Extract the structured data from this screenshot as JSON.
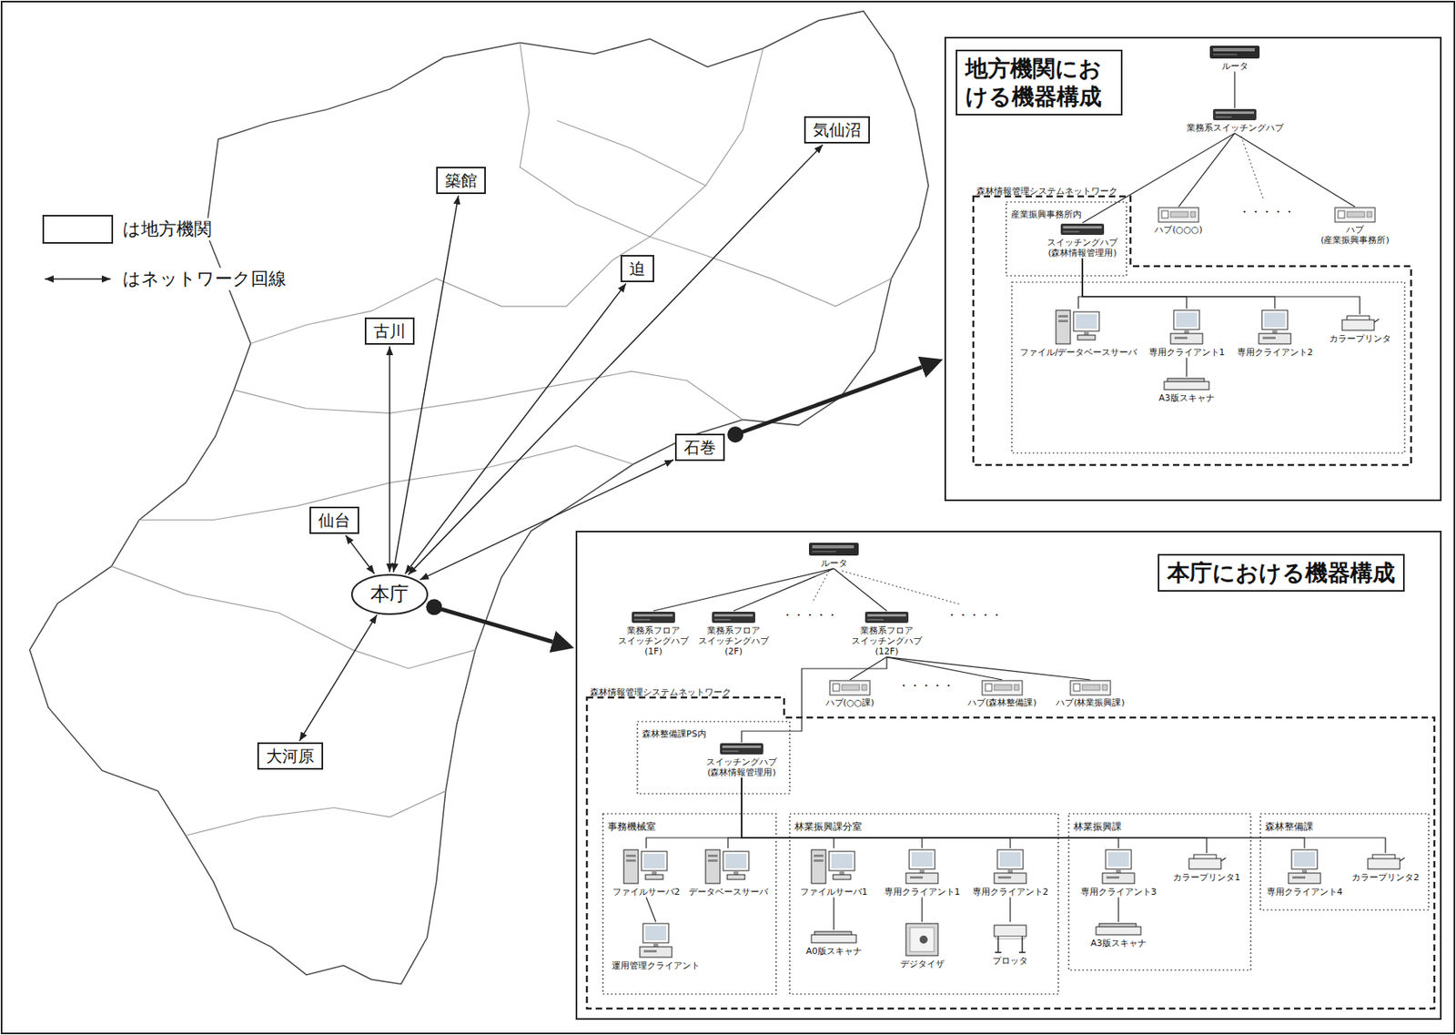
{
  "diagram": {
    "nodes": [
      {
        "text": [
          "気仙沼"
        ]
      },
      {
        "text": [
          "築館"
        ]
      },
      {
        "text": [
          "迫"
        ]
      },
      {
        "text": [
          "古川"
        ]
      },
      {
        "text": [
          "石巻"
        ]
      },
      {
        "text": [
          "仙台"
        ]
      },
      {
        "text": [
          "本庁"
        ]
      },
      {
        "text": [
          "大河原"
        ]
      },
      {
        "text": [
          "地方機関における機器構成"
        ]
      },
      {
        "text": [
          "ルータ"
        ],
        "in": 8
      },
      {
        "text": [
          "業務系スイッチングハブ"
        ],
        "in": 8
      },
      {
        "text": [
          "森林情報管理システムネットワーク"
        ],
        "in": 8
      },
      {
        "text": [
          "産業振興事務所内"
        ],
        "in": 11
      },
      {
        "text": [
          "スイッチングハブ (森林情報管理用)"
        ],
        "in": 12
      },
      {
        "text": [
          "ハブ(○○○)"
        ],
        "in": 8
      },
      {
        "text": [
          "ハブ (産業振興事務所)"
        ],
        "in": 8
      },
      {
        "text": [
          "ファイル/データベースサーバ"
        ],
        "in": 11
      },
      {
        "text": [
          "専用クライアント1"
        ],
        "in": 11
      },
      {
        "text": [
          "専用クライアント2"
        ],
        "in": 11
      },
      {
        "text": [
          "カラープリンタ"
        ],
        "in": 11
      },
      {
        "text": [
          "A3版スキャナ"
        ],
        "in": 11
      },
      {
        "text": [
          "本庁における機器構成"
        ]
      },
      {
        "text": [
          "ルータ"
        ],
        "in": 21
      },
      {
        "text": [
          "業務系フロア スイッチングハブ (1F)"
        ],
        "in": 21
      },
      {
        "text": [
          "業務系フロア スイッチングハブ (2F)"
        ],
        "in": 21
      },
      {
        "text": [
          "業務系フロア スイッチングハブ (12F)"
        ],
        "in": 21
      },
      {
        "text": [
          "森林情報管理システムネットワーク"
        ],
        "in": 21
      },
      {
        "text": [
          "森林整備課PS内"
        ],
        "in": 26
      },
      {
        "text": [
          "スイッチングハブ (森林情報管理用)"
        ],
        "in": 27
      },
      {
        "text": [
          "ハブ(○○課)"
        ],
        "in": 21
      },
      {
        "text": [
          "ハブ(森林整備課)"
        ],
        "in": 21
      },
      {
        "text": [
          "ハブ(林業振興課)"
        ],
        "in": 21
      },
      {
        "text": [
          "事務機械室"
        ],
        "in": 26
      },
      {
        "text": [
          "ファイルサーバ2"
        ],
        "in": 32
      },
      {
        "text": [
          "データベースサーバ"
        ],
        "in": 32
      },
      {
        "text": [
          "運用管理クライアント"
        ],
        "in": 32
      },
      {
        "text": [
          "林業振興課分室"
        ],
        "in": 26
      },
      {
        "text": [
          "ファイルサーバ1"
        ],
        "in": 36
      },
      {
        "text": [
          "専用クライアント1"
        ],
        "in": 36
      },
      {
        "text": [
          "専用クライアント2"
        ],
        "in": 36
      },
      {
        "text": [
          "A0版スキャナ"
        ],
        "in": 36
      },
      {
        "text": [
          "デジタイザ"
        ],
        "in": 36
      },
      {
        "text": [
          "プロッタ"
        ],
        "in": 36
      },
      {
        "text": [
          "林業振興課"
        ],
        "in": 26
      },
      {
        "text": [
          "専用クライアント3"
        ],
        "in": 43
      },
      {
        "text": [
          "カラープリンタ1"
        ],
        "in": 43
      },
      {
        "text": [
          "A3版スキャナ"
        ],
        "in": 43
      },
      {
        "text": [
          "森林整備課"
        ],
        "in": 26
      },
      {
        "text": [
          "専用クライアント4"
        ],
        "in": 47
      },
      {
        "text": [
          "カラープリンタ2"
        ],
        "in": 47
      }
    ],
    "edges": [
      {
        "from": 6,
        "to": 0,
        "arrow": "both"
      },
      {
        "from": 6,
        "to": 1,
        "arrow": "both"
      },
      {
        "from": 6,
        "to": 2,
        "arrow": "both"
      },
      {
        "from": 6,
        "to": 3,
        "arrow": "both"
      },
      {
        "from": 6,
        "to": 4,
        "arrow": "both"
      },
      {
        "from": 6,
        "to": 5,
        "arrow": "both"
      },
      {
        "from": 6,
        "to": 7,
        "arrow": "both"
      },
      {
        "from": 4,
        "to": 8,
        "arrow": "to"
      },
      {
        "from": 6,
        "to": 21,
        "arrow": "to"
      },
      {
        "from": 9,
        "to": 10,
        "arrow": "none"
      },
      {
        "from": 10,
        "to": 13,
        "arrow": "none"
      },
      {
        "from": 10,
        "to": 14,
        "arrow": "none"
      },
      {
        "from": 10,
        "to": 15,
        "arrow": "none"
      },
      {
        "from": 13,
        "to": 16,
        "arrow": "none"
      },
      {
        "from": 13,
        "to": 17,
        "arrow": "none"
      },
      {
        "from": 13,
        "to": 18,
        "arrow": "none"
      },
      {
        "from": 13,
        "to": 19,
        "arrow": "none"
      },
      {
        "from": 17,
        "to": 20,
        "arrow": "none"
      },
      {
        "from": 22,
        "to": 23,
        "arrow": "none"
      },
      {
        "from": 22,
        "to": 24,
        "arrow": "none"
      },
      {
        "from": 22,
        "to": 25,
        "arrow": "none"
      },
      {
        "from": 25,
        "to": 28,
        "arrow": "none"
      },
      {
        "from": 25,
        "to": 29,
        "arrow": "none"
      },
      {
        "from": 25,
        "to": 30,
        "arrow": "none"
      },
      {
        "from": 25,
        "to": 31,
        "arrow": "none"
      },
      {
        "from": 28,
        "to": 33,
        "arrow": "none"
      },
      {
        "from": 28,
        "to": 34,
        "arrow": "none"
      },
      {
        "from": 28,
        "to": 37,
        "arrow": "none"
      },
      {
        "from": 28,
        "to": 38,
        "arrow": "none"
      },
      {
        "from": 28,
        "to": 39,
        "arrow": "none"
      },
      {
        "from": 28,
        "to": 44,
        "arrow": "none"
      },
      {
        "from": 28,
        "to": 45,
        "arrow": "none"
      },
      {
        "from": 28,
        "to": 48,
        "arrow": "none"
      },
      {
        "from": 28,
        "to": 49,
        "arrow": "none"
      },
      {
        "from": 33,
        "to": 35,
        "arrow": "none"
      },
      {
        "from": 37,
        "to": 40,
        "arrow": "none"
      },
      {
        "from": 38,
        "to": 41,
        "arrow": "none"
      },
      {
        "from": 39,
        "to": 42,
        "arrow": "none"
      },
      {
        "from": 44,
        "to": 46,
        "arrow": "none"
      }
    ],
    "labels": [
      "・・・・・",
      "・・・・・",
      "・・・・・",
      "・・・・・"
    ],
    "legend": [
      {
        "text": "は地方機関"
      },
      {
        "text": "はネットワーク回線"
      }
    ]
  }
}
